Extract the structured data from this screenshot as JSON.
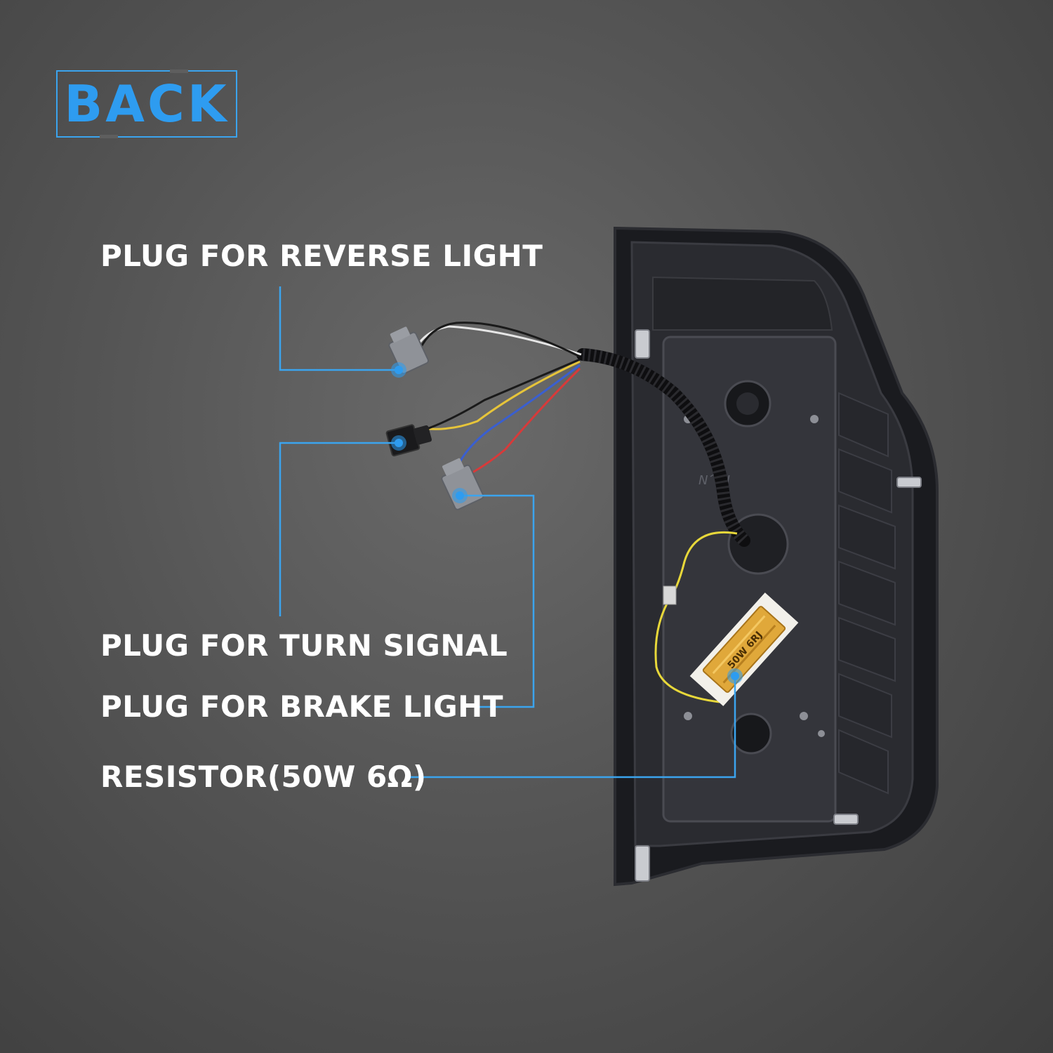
{
  "header": {
    "badge_text": "BACK"
  },
  "callouts": {
    "reverse_light": "PLUG FOR REVERSE LIGHT",
    "turn_signal": "PLUG FOR TURN SIGNAL",
    "brake_light": "PLUG FOR BRAKE LIGHT",
    "resistor": "RESISTOR(50W 6Ω)"
  },
  "resistor_marking": "50W 6RJ",
  "colors": {
    "accent": "#2e9cf0",
    "leader_line": "#3ba4ee",
    "label_text": "#ffffff",
    "background": "#555555",
    "resistor_gold": "#e0a83a"
  }
}
